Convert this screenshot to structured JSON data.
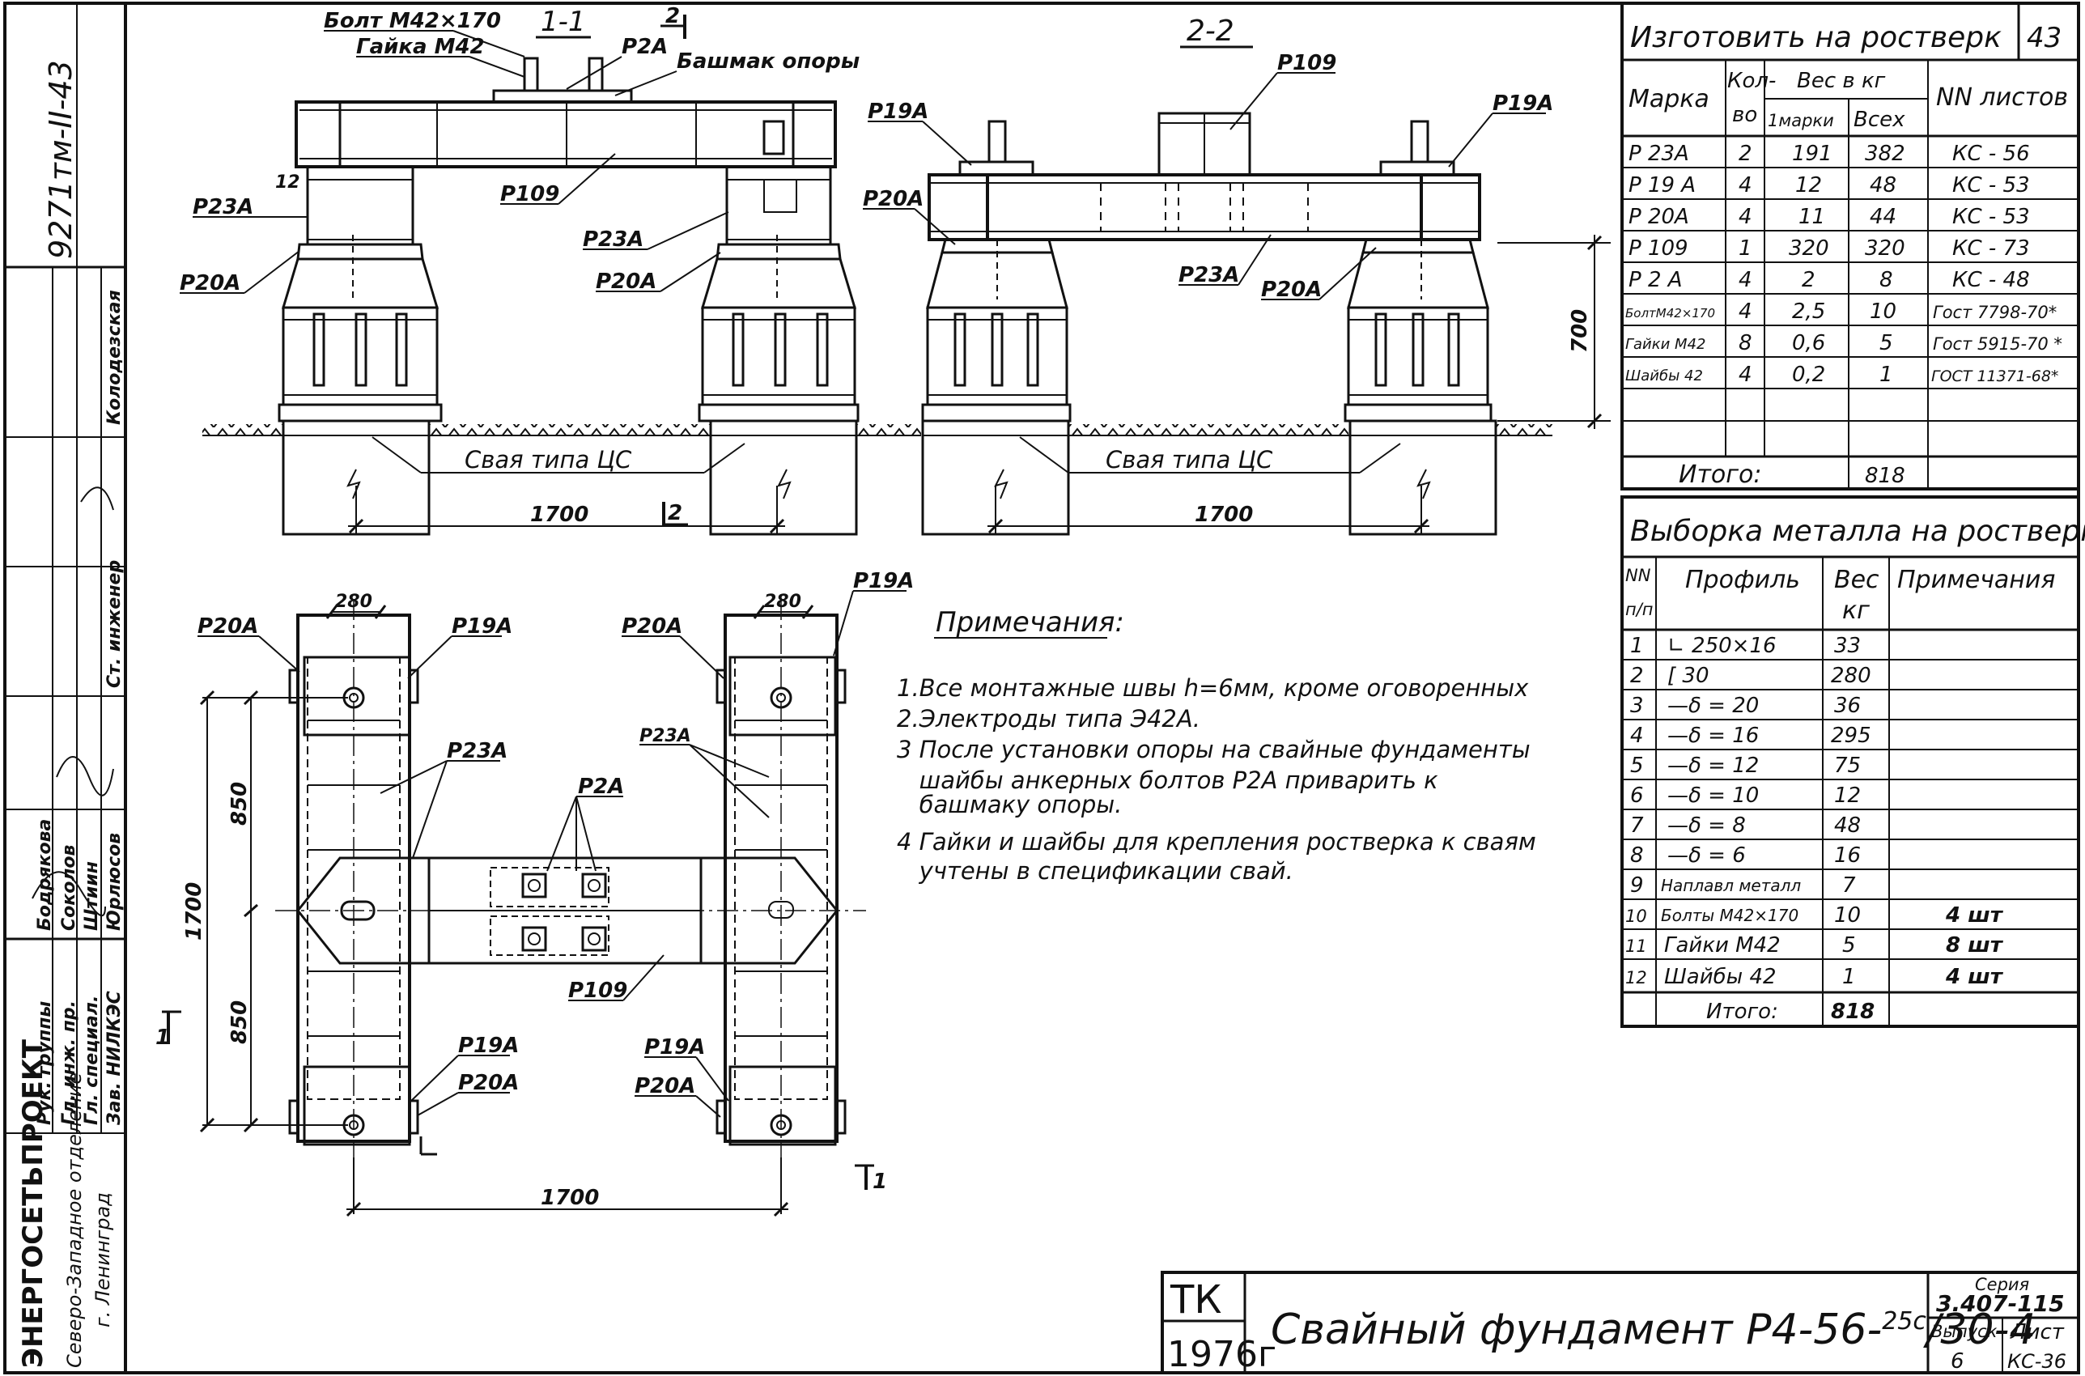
{
  "left_strip": {
    "org_name": "ЭНЕРГОСЕТЬПРОЕКТ",
    "org_branch": "Северо-Западное отделение",
    "org_city": "г. Ленинград",
    "roles": [
      "Зав. НИЛКЭС",
      "Гл. специал.",
      "Гл. инж. пр.",
      "Рук. группы"
    ],
    "names": [
      "Юрлюсов",
      "Штиин",
      "Соколов",
      "Бодрякова"
    ],
    "role_extra_1": "Ст. инженер",
    "role_extra_2": "Колодезская",
    "project_number": "9271тм-II-43"
  },
  "section_1_1": {
    "title": "1-1",
    "bolt_label": "Болт М42×170",
    "nut_label": "Гайка М42",
    "p2a": "Р2А",
    "shoe_label": "Башмак опоры",
    "p23a": "Р23А",
    "p20a": "Р20А",
    "p109": "Р109",
    "p23a_b": "Р23А",
    "p20a_b": "Р20А",
    "dim_12": "12",
    "pile_label": "Свая типа ЦС",
    "dim_span": "1700",
    "cut_mark": "2"
  },
  "section_2_2": {
    "title": "2-2",
    "p109": "Р109",
    "p19a_l": "Р19А",
    "p19a_r": "Р19А",
    "p20a_l": "Р20А",
    "p23a": "Р23А",
    "p20a_r": "Р20А",
    "dim_700": "700",
    "pile_label": "Свая типа ЦС",
    "dim_span": "1700"
  },
  "plan": {
    "p20a_tl": "Р20А",
    "p19a_tl": "Р19А",
    "dim_280_l": "280",
    "p20a_tr": "Р20А",
    "dim_280_r": "280",
    "p19a_tr": "Р19А",
    "p23a_l": "Р23А",
    "p23a_r": "Р23А",
    "p2a": "Р2А",
    "dim_850_top": "850",
    "dim_850_bot": "850",
    "dim_1700_v": "1700",
    "p109": "Р109",
    "p19a_bl": "Р19А",
    "p20a_bl": "Р20А",
    "p19a_br": "Р19А",
    "p20a_br": "Р20А",
    "dim_1700_h": "1700",
    "cut_1": "1"
  },
  "notes": {
    "heading": "Примечания:",
    "lines": [
      "1.Все монтажные швы h=6мм, кроме оговоренных",
      "2.Электроды типа Э42А.",
      "3 После установки опоры на свайные фундаменты",
      "   шайбы анкерных болтов Р2А приварить к",
      "   башмаку опоры.",
      "4 Гайки и шайбы для крепления ростверка к сваям",
      "   учтены в спецификации свай."
    ]
  },
  "table1": {
    "title": "Изготовить на ростверк",
    "sheet_no": "43",
    "h_mark": "Марка",
    "h_qty_1": "Кол-",
    "h_qty_2": "во",
    "h_weight": "Вес в кг",
    "h_w1": "1марки",
    "h_wall": "Всех",
    "h_sheets": "NN листов",
    "rows": [
      [
        "Р 23А",
        "2",
        "191",
        "382",
        "КС - 56"
      ],
      [
        "Р 19 А",
        "4",
        "12",
        "48",
        "КС - 53"
      ],
      [
        "Р 20А",
        "4",
        "11",
        "44",
        "КС - 53"
      ],
      [
        "Р 109",
        "1",
        "320",
        "320",
        "КС - 73"
      ],
      [
        "Р 2 А",
        "4",
        "2",
        "8",
        "КС - 48"
      ],
      [
        "БолтМ42×170",
        "4",
        "2,5",
        "10",
        "Гост 7798-70*"
      ],
      [
        "Гайки М42",
        "8",
        "0,6",
        "5",
        "Гост 5915-70 *"
      ],
      [
        "Шайбы 42",
        "4",
        "0,2",
        "1",
        "ГОСТ 11371-68*"
      ],
      [
        "",
        "",
        "",
        "",
        ""
      ]
    ],
    "total_label": "Итого:",
    "total_value": "818"
  },
  "table2": {
    "title": "Выборка металла на ростверк",
    "h_nn_1": "NN",
    "h_nn_2": "п/п",
    "h_profile": "Профиль",
    "h_weight_1": "Вес",
    "h_weight_2": "кг",
    "h_note": "Примечания",
    "rows": [
      [
        "1",
        "∟ 250×16",
        "33",
        ""
      ],
      [
        "2",
        "[ 30",
        "280",
        ""
      ],
      [
        "3",
        "—δ = 20",
        "36",
        ""
      ],
      [
        "4",
        "—δ = 16",
        "295",
        ""
      ],
      [
        "5",
        "—δ = 12",
        "75",
        ""
      ],
      [
        "6",
        "—δ = 10",
        "12",
        ""
      ],
      [
        "7",
        "—δ = 8",
        "48",
        ""
      ],
      [
        "8",
        "—δ = 6",
        "16",
        ""
      ],
      [
        "9",
        "Наплавл металл",
        "7",
        ""
      ],
      [
        "10",
        "Болты М42×170",
        "10",
        "4 шт"
      ],
      [
        "11",
        "Гайки М42",
        "5",
        "8 шт"
      ],
      [
        "12",
        "Шайбы 42",
        "1",
        "4 шт"
      ]
    ],
    "total_label": "Итого:",
    "total_value": "818"
  },
  "title_block": {
    "tk": "ТК",
    "year": "1976г",
    "title": "Свайный фундамент Р4-56-",
    "title_sup": "25с",
    "title_tail": "/30-4",
    "series_label": "Серия",
    "series_value": "3.407-115",
    "issue_label": "Выпуск",
    "issue_value": "6",
    "sheet_label": "Лист",
    "sheet_value": "КС-36"
  }
}
